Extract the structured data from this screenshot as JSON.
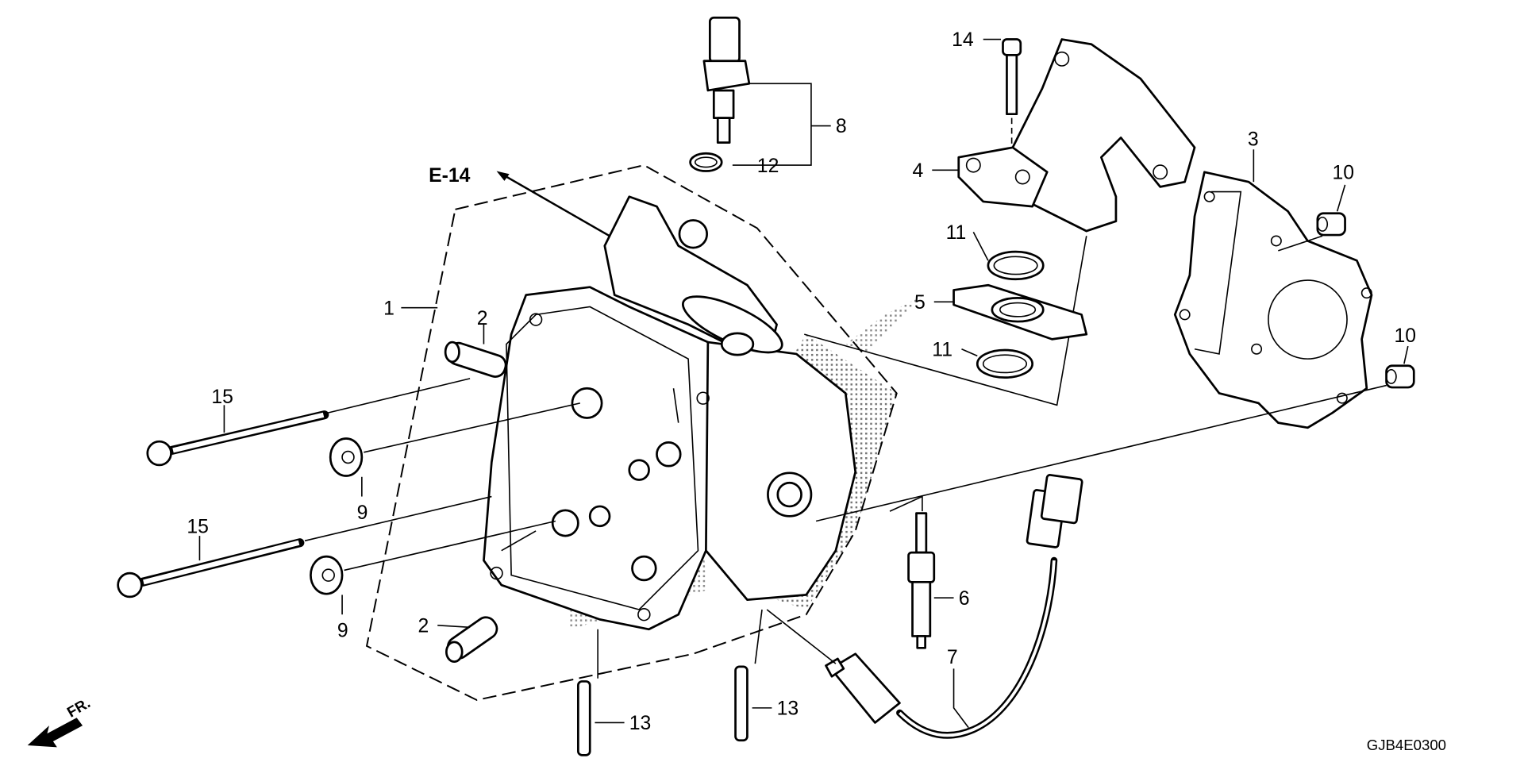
{
  "diagram": {
    "reference": "E-14",
    "direction_label": "FR.",
    "drawing_code": "GJB4E0300",
    "callouts": {
      "c1": "1",
      "c2a": "2",
      "c2b": "2",
      "c3": "3",
      "c4": "4",
      "c5": "5",
      "c6": "6",
      "c7": "7",
      "c8": "8",
      "c9a": "9",
      "c9b": "9",
      "c10a": "10",
      "c10b": "10",
      "c11a": "11",
      "c11b": "11",
      "c12": "12",
      "c13a": "13",
      "c13b": "13",
      "c14": "14",
      "c15a": "15",
      "c15b": "15"
    }
  }
}
